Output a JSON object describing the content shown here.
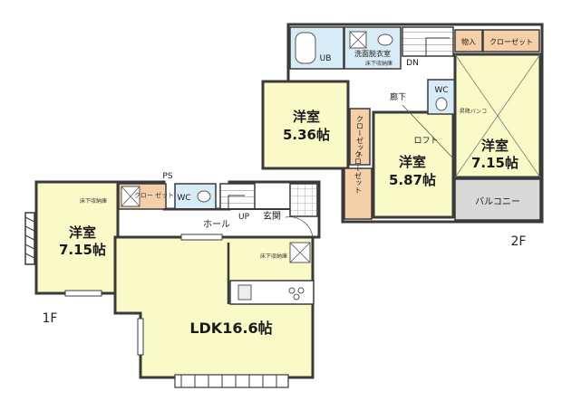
{
  "floor1": {
    "label": "1F",
    "rooms": {
      "western": {
        "name": "洋室",
        "size": "7.15帖",
        "storage_note": "床下収納庫",
        "closet": "クロー\nゼット"
      },
      "ldk": {
        "name": "LDK16.6帖",
        "storage_note": "床下収納庫"
      },
      "wc": "WC",
      "hall": "ホール",
      "up": "UP",
      "entrance": "玄関",
      "ps": "PS"
    }
  },
  "floor2": {
    "label": "2F",
    "rooms": {
      "room_a": {
        "name": "洋室",
        "size": "5.36帖"
      },
      "room_b": {
        "name": "洋室",
        "size": "5.87帖"
      },
      "room_c": {
        "name": "洋室",
        "size": "7.15帖"
      },
      "bath": "UB",
      "washroom": "洗面脱衣室",
      "washroom_storage": "床下収納庫",
      "wc": "WC",
      "corridor": "廊下",
      "loft": "ロフト",
      "dn": "DN",
      "storage": "物入",
      "closet_top": "クローゼット",
      "closet_a": "クローゼット",
      "closet_b": "クローゼット",
      "balcony": "バルコニー",
      "ladder": "昇降バンコ"
    }
  },
  "colors": {
    "room_fill": "#fafac8",
    "wet_fill": "#d7ecf6",
    "closet_fill": "#f5cfa7",
    "balcony_fill": "#d9d9d9",
    "wall": "#3a3a3a"
  }
}
